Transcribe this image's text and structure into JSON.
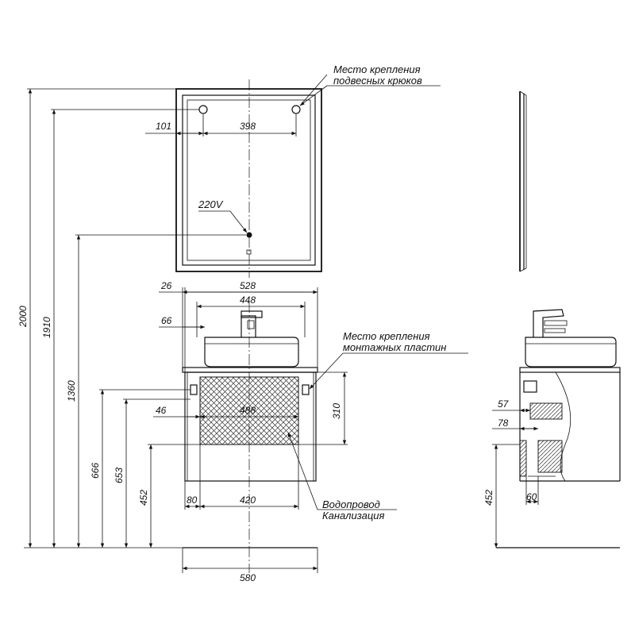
{
  "labels": {
    "hooks_line1": "Место крепления",
    "hooks_line2": "подвесных крюков",
    "plates_line1": "Место крепления",
    "plates_line2": "монтажных пластин",
    "water_line1": "Водопровод",
    "water_line2": "Канализация",
    "power": "220V"
  },
  "dimensions": {
    "mirror_hook_offset": "101",
    "mirror_hook_spacing": "398",
    "total_height": "2000",
    "hook_height": "1910",
    "socket_height": "1360",
    "plate_height": "666",
    "plate_bottom_height": "653",
    "pipe_height": "452",
    "top_overhang": "26",
    "top_width": "528",
    "basin_width": "448",
    "tap_offset": "66",
    "cut_offset": "46",
    "cut_width": "488",
    "cut_height": "310",
    "pipe_offset": "80",
    "pipe_zone_width": "420",
    "floor_width": "580",
    "side_plate_depth": "57",
    "side_pipe_depth": "78",
    "side_pipe_height": "452",
    "side_pipe_offset": "60"
  }
}
